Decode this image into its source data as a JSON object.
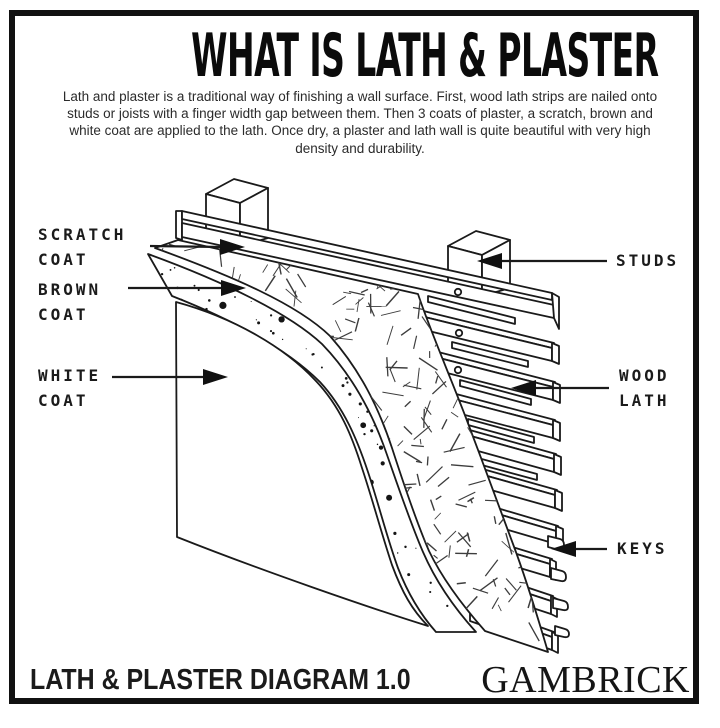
{
  "header": {
    "title": "WHAT IS LATH & PLASTER",
    "description": "Lath and plaster is a traditional way of finishing a wall surface. First, wood lath strips are nailed onto\nstuds or joists with a finger width gap between them. Then 3 coats of plaster, a scratch, brown and\nwhite coat are applied to the lath. Once dry, a plaster and lath wall is quite beautiful with very high\ndensity and durability."
  },
  "diagram": {
    "labels": {
      "scratch_coat": "SCRATCH\nCOAT",
      "brown_coat": "BROWN\nCOAT",
      "white_coat": "WHITE\nCOAT",
      "studs": "STUDS",
      "wood_lath": "WOOD\nLATH",
      "keys": "KEYS"
    }
  },
  "footer": {
    "caption": "LATH & PLASTER DIAGRAM 1.0",
    "brand": "GAMBRICK"
  },
  "colors": {
    "ink": "#1a1a1a",
    "background": "#ffffff"
  }
}
